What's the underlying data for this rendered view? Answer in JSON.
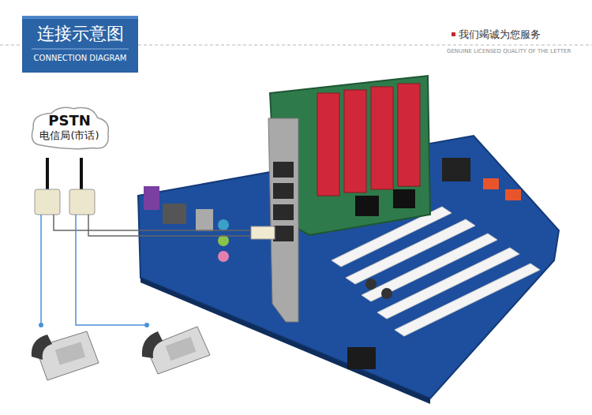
{
  "diagram": {
    "title": "连接示意图",
    "nodes": [
      {
        "text": [
          "PSTN",
          "电信局(市话)"
        ]
      }
    ],
    "labels": [
      "CONNECTION DIAGRAM",
      "我们竭诚为您服务",
      "GENUINE LICENSED QUALITY OF THE LETTER"
    ]
  }
}
